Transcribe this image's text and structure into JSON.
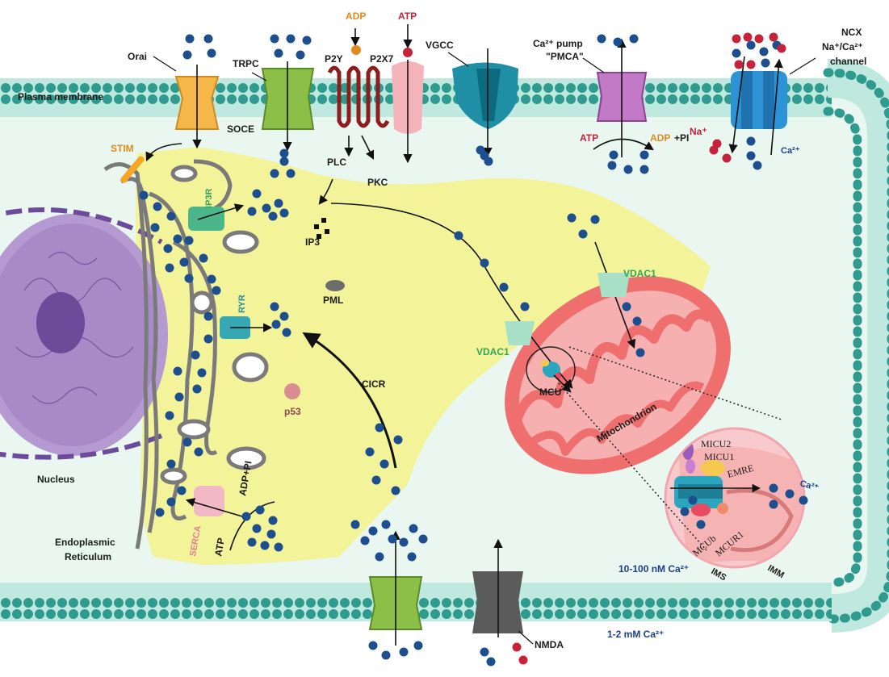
{
  "labels": {
    "plasma_membrane": "Plasma membrane",
    "orai": "Orai",
    "trpc": "TRPC",
    "soce": "SOCE",
    "p2y": "P2Y",
    "p2x7": "P2X7",
    "adp_top": "ADP",
    "atp_top": "ATP",
    "vgcc": "VGCC",
    "ca_pump": "Ca²⁺ pump",
    "pmca": "\"PMCA\"",
    "pump_atp": "ATP",
    "pump_adp": "ADP",
    "pump_plus_pi": "+PI",
    "ncx": "NCX",
    "ncx_line2": "Na⁺/Ca²⁺",
    "ncx_line3": "channel",
    "na_plus": "Na⁺",
    "ca2_right": "Ca²⁺",
    "stim": "STIM",
    "ip3r": "IP3R",
    "plc": "PLC",
    "pkc": "PKC",
    "ip3": "IP3",
    "ryr": "RYR",
    "pml": "PML",
    "p53": "p53",
    "cicr": "CICR",
    "vdac1_top": "VDAC1",
    "vdac1_left": "VDAC1",
    "mcu": "MCU",
    "mitochondrion": "Mitochondrion",
    "nucleus": "Nucleus",
    "er_line1": "Endoplasmic",
    "er_line2": "Reticulum",
    "serca": "SERCA",
    "serca_atp": "ATP",
    "serca_adp": "ADP+PI",
    "micu2": "MICU2",
    "micu1": "MICU1",
    "emre": "EMRE",
    "mcub": "MCUb",
    "mcur1": "MCUR1",
    "ims": "IMS",
    "imm": "IMM",
    "ca2_zoom": "Ca²⁺",
    "intra_conc": "10-100 nM  Ca²⁺",
    "extra_conc": "1-2 mM  Ca²⁺",
    "nmda": "NMDA"
  },
  "colors": {
    "membrane_head": "#2f9b8e",
    "membrane_fill": "#bfe9df",
    "cytosol": "#eef8f3",
    "er_region": "#f3f39a",
    "calcium_ion": "#1d4f8f",
    "sodium_ion": "#c8213a",
    "mitochondrion": "#ef6e6e",
    "nucleus": "#a88bc6",
    "orai": "#f5b74a",
    "trpc": "#7aab3c",
    "vgcc": "#1f8fa6",
    "pmca": "#b466b8",
    "ncx": "#2c93d6",
    "nmda": "#5b5b5b",
    "serca": "#f2b8c6",
    "label_green": "#35a35a",
    "label_orange": "#e08a1e",
    "label_red": "#c8213a",
    "label_navy": "#1d3f8a"
  }
}
